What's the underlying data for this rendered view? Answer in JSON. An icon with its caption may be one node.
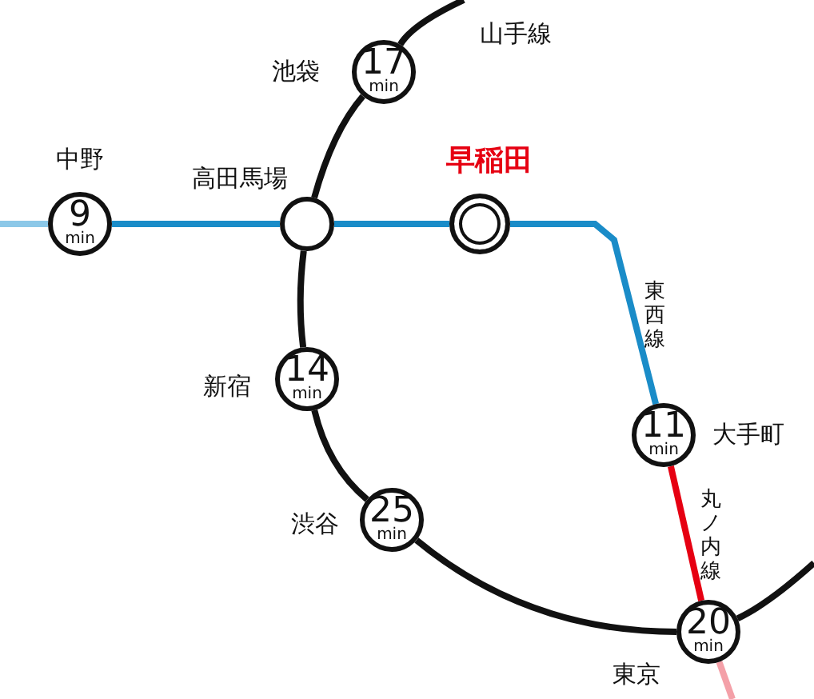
{
  "diagram": {
    "nodes": [
      {
        "text": [
          "17",
          "min"
        ],
        "beside": [
          "池袋"
        ]
      },
      {
        "text": [
          "9",
          "min"
        ],
        "beside": [
          "中野"
        ]
      },
      {
        "text": [],
        "shape": "circle",
        "beside": [
          "高田馬場"
        ]
      },
      {
        "text": [],
        "shape": "circle",
        "beside": [
          "早稲田"
        ]
      },
      {
        "text": [
          "14",
          "min"
        ],
        "beside": [
          "新宿"
        ]
      },
      {
        "text": [
          "11",
          "min"
        ],
        "beside": [
          "大手町"
        ]
      },
      {
        "text": [
          "25",
          "min"
        ],
        "beside": [
          "渋谷"
        ]
      },
      {
        "text": [
          "20",
          "min"
        ],
        "beside": [
          "東京"
        ]
      }
    ],
    "edges": [
      {
        "from": null,
        "to": 0,
        "arrow": "none"
      },
      {
        "from": 0,
        "to": 2,
        "arrow": "none"
      },
      {
        "from": 2,
        "to": 4,
        "arrow": "none"
      },
      {
        "from": 4,
        "to": 6,
        "arrow": "none"
      },
      {
        "from": 6,
        "to": 7,
        "arrow": "none"
      },
      {
        "from": 7,
        "to": null,
        "arrow": "none"
      },
      {
        "from": null,
        "to": 1,
        "arrow": "none",
        "color": "#8cc8e8"
      },
      {
        "from": 1,
        "to": 2,
        "arrow": "none",
        "color": "#1a8cc8"
      },
      {
        "from": 2,
        "to": 3,
        "arrow": "none",
        "color": "#1a8cc8"
      },
      {
        "from": 3,
        "to": 5,
        "arrow": "none",
        "color": "#1a8cc8",
        "label": "東西線"
      },
      {
        "from": 5,
        "to": 7,
        "arrow": "none",
        "color": "#e60012",
        "label": "丸ノ内線"
      },
      {
        "from": 7,
        "to": null,
        "arrow": "none",
        "color": "#f4a0a8"
      }
    ],
    "labels": [
      "山手線"
    ]
  }
}
